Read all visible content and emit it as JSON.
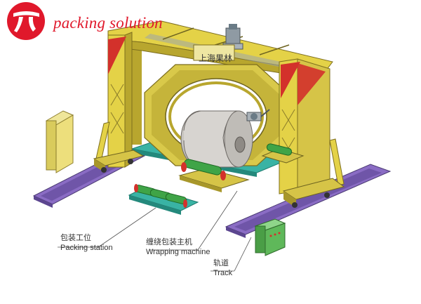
{
  "brand": {
    "text": "packing solution",
    "logo_color": "#e0182b"
  },
  "frame_sign": "上海果林",
  "labels": {
    "packing_station": {
      "zh": "包装工位",
      "en": "Packing station"
    },
    "wrapping_machine": {
      "zh": "缠绕包装主机",
      "en": "Wrapping machine"
    },
    "track": {
      "zh": "轨道",
      "en": "Track"
    }
  },
  "colors": {
    "frame_yellow": "#e4d247",
    "frame_shadow": "#b8a62e",
    "red_accent": "#d3312b",
    "track_purple": "#8a6cc4",
    "teal_base": "#39b3a4",
    "roller_green": "#3fa447",
    "coil_gray": "#d7d4d0",
    "cabinet_green": "#5fb85a"
  }
}
